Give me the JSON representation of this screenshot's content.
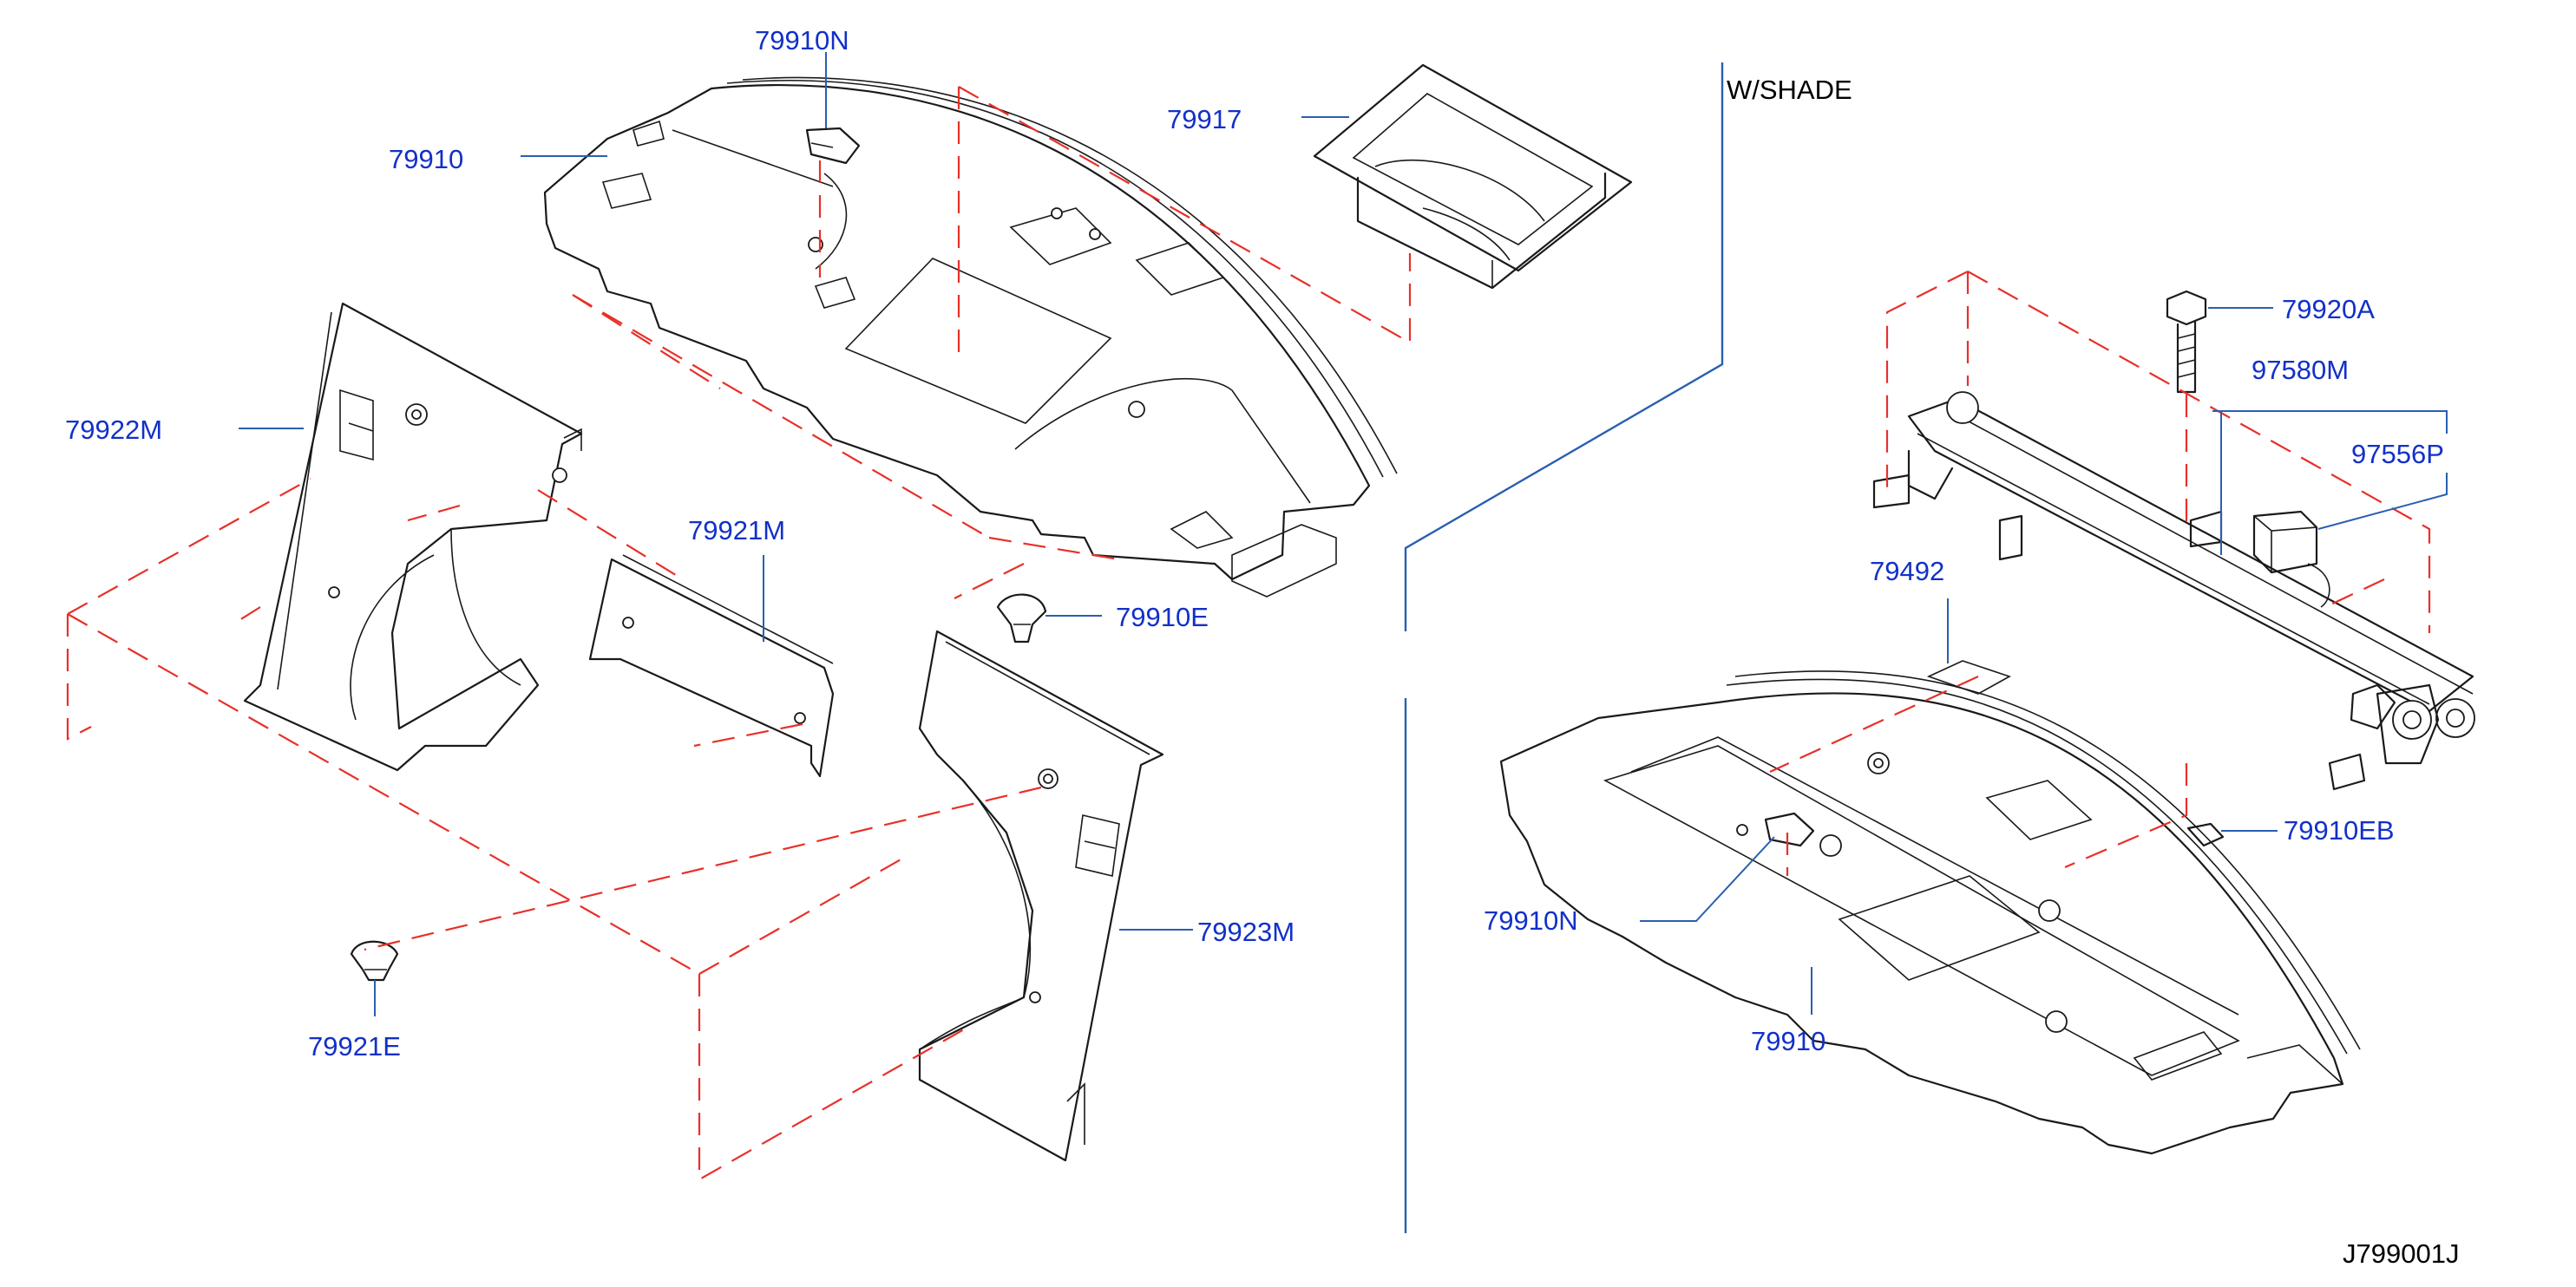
{
  "section_label": "W/SHADE",
  "diagram_id": "J799001J",
  "callouts": {
    "c79910N_top": "79910N",
    "c79917": "79917",
    "c79910_top": "79910",
    "c79922M": "79922M",
    "c79921M": "79921M",
    "c79910E": "79910E",
    "c79923M": "79923M",
    "c79921E": "79921E",
    "c79920A": "79920A",
    "c97580M": "97580M",
    "c97556P": "97556P",
    "c79492": "79492",
    "c79910EB": "79910EB",
    "c79910N_bottom": "79910N",
    "c79910_bottom": "79910"
  },
  "colors": {
    "callout_text": "#1230c8",
    "leader_line": "#2a5fb0",
    "assembly_dash": "#e8302a",
    "part_outline": "#1a1a1a"
  }
}
